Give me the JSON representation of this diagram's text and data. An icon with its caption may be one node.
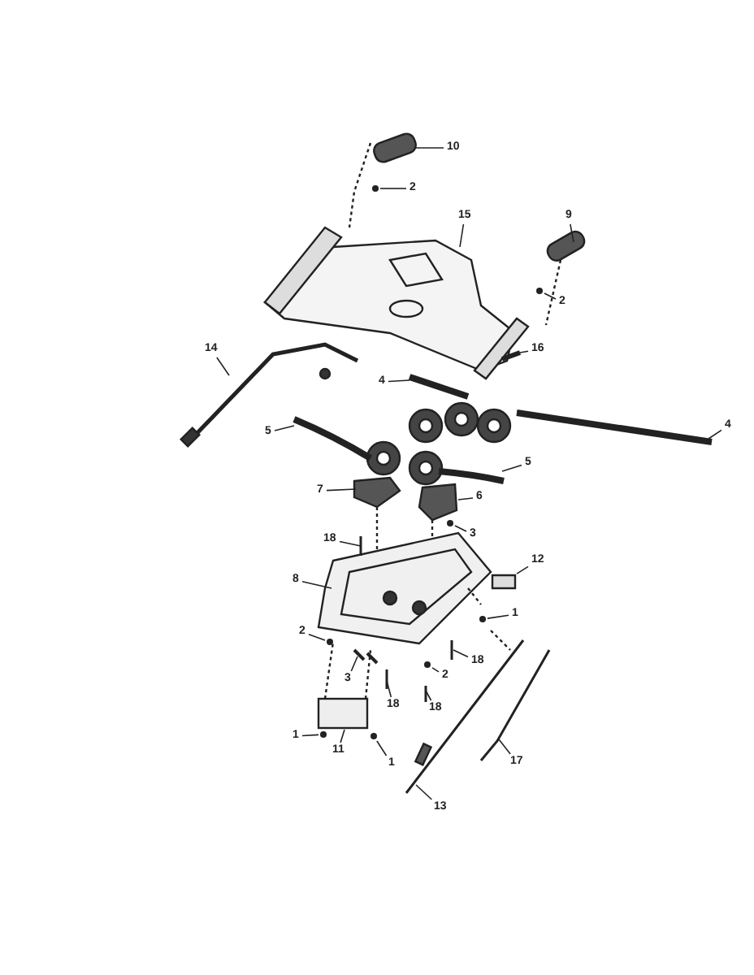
{
  "diagram": {
    "nodes": [
      {
        "text": [
          "10"
        ]
      },
      {
        "text": [
          "2"
        ]
      },
      {
        "text": [
          "15"
        ]
      },
      {
        "text": [
          "9"
        ]
      },
      {
        "text": [
          "2"
        ]
      },
      {
        "text": [
          "16"
        ]
      },
      {
        "text": [
          "14"
        ]
      },
      {
        "text": [
          "4"
        ]
      },
      {
        "text": [
          "4"
        ]
      },
      {
        "text": [
          "5"
        ]
      },
      {
        "text": [
          "5"
        ]
      },
      {
        "text": [
          "7"
        ]
      },
      {
        "text": [
          "6"
        ]
      },
      {
        "text": [
          "3"
        ]
      },
      {
        "text": [
          "18"
        ]
      },
      {
        "text": [
          "8"
        ]
      },
      {
        "text": [
          "12"
        ]
      },
      {
        "text": [
          "1"
        ]
      },
      {
        "text": [
          "2"
        ]
      },
      {
        "text": [
          "18"
        ]
      },
      {
        "text": [
          "3"
        ]
      },
      {
        "text": [
          "2"
        ]
      },
      {
        "text": [
          "18"
        ]
      },
      {
        "text": [
          "18"
        ]
      },
      {
        "text": [
          "1"
        ]
      },
      {
        "text": [
          "11"
        ]
      },
      {
        "text": [
          "1"
        ]
      },
      {
        "text": [
          "17"
        ]
      },
      {
        "text": [
          "13"
        ]
      },
      {
        "text": [],
        "shape": "circle"
      },
      {
        "text": [],
        "shape": "circle"
      },
      {
        "text": [],
        "shape": "circle"
      },
      {
        "text": [],
        "shape": "circle"
      },
      {
        "text": [],
        "shape": "circle"
      },
      {
        "text": [],
        "shape": "circle"
      },
      {
        "text": [],
        "shape": "circle"
      },
      {
        "text": [],
        "shape": "circle"
      },
      {
        "text": [],
        "shape": "box"
      },
      {
        "text": [],
        "shape": "box"
      }
    ],
    "edges": [
      {
        "from": 0,
        "to": null,
        "arrow": "none"
      },
      {
        "from": 1,
        "to": 29,
        "arrow": "none"
      },
      {
        "from": 2,
        "to": null,
        "arrow": "none"
      },
      {
        "from": 3,
        "to": null,
        "arrow": "none"
      },
      {
        "from": 4,
        "to": 30,
        "arrow": "none"
      },
      {
        "from": 5,
        "to": null,
        "arrow": "none"
      },
      {
        "from": 6,
        "to": null,
        "arrow": "none"
      },
      {
        "from": 7,
        "to": null,
        "arrow": "none"
      },
      {
        "from": 8,
        "to": null,
        "arrow": "none"
      },
      {
        "from": 9,
        "to": null,
        "arrow": "none"
      },
      {
        "from": 10,
        "to": null,
        "arrow": "none"
      },
      {
        "from": 11,
        "to": null,
        "arrow": "none"
      },
      {
        "from": 12,
        "to": 37,
        "arrow": "none"
      },
      {
        "from": 13,
        "to": 31,
        "arrow": "none"
      },
      {
        "from": 14,
        "to": null,
        "arrow": "none"
      },
      {
        "from": 15,
        "to": null,
        "arrow": "none"
      },
      {
        "from": 16,
        "to": 38,
        "arrow": "none"
      },
      {
        "from": 17,
        "to": 32,
        "arrow": "none"
      },
      {
        "from": 18,
        "to": 33,
        "arrow": "none"
      },
      {
        "from": 19,
        "to": null,
        "arrow": "none"
      },
      {
        "from": 20,
        "to": null,
        "arrow": "none"
      },
      {
        "from": 21,
        "to": 34,
        "arrow": "none"
      },
      {
        "from": 22,
        "to": null,
        "arrow": "none"
      },
      {
        "from": 23,
        "to": null,
        "arrow": "none"
      },
      {
        "from": 24,
        "to": 35,
        "arrow": "none"
      },
      {
        "from": 25,
        "to": null,
        "arrow": "none"
      },
      {
        "from": 26,
        "to": 36,
        "arrow": "none"
      },
      {
        "from": 27,
        "to": null,
        "arrow": "none"
      },
      {
        "from": 28,
        "to": null,
        "arrow": "none"
      }
    ]
  }
}
